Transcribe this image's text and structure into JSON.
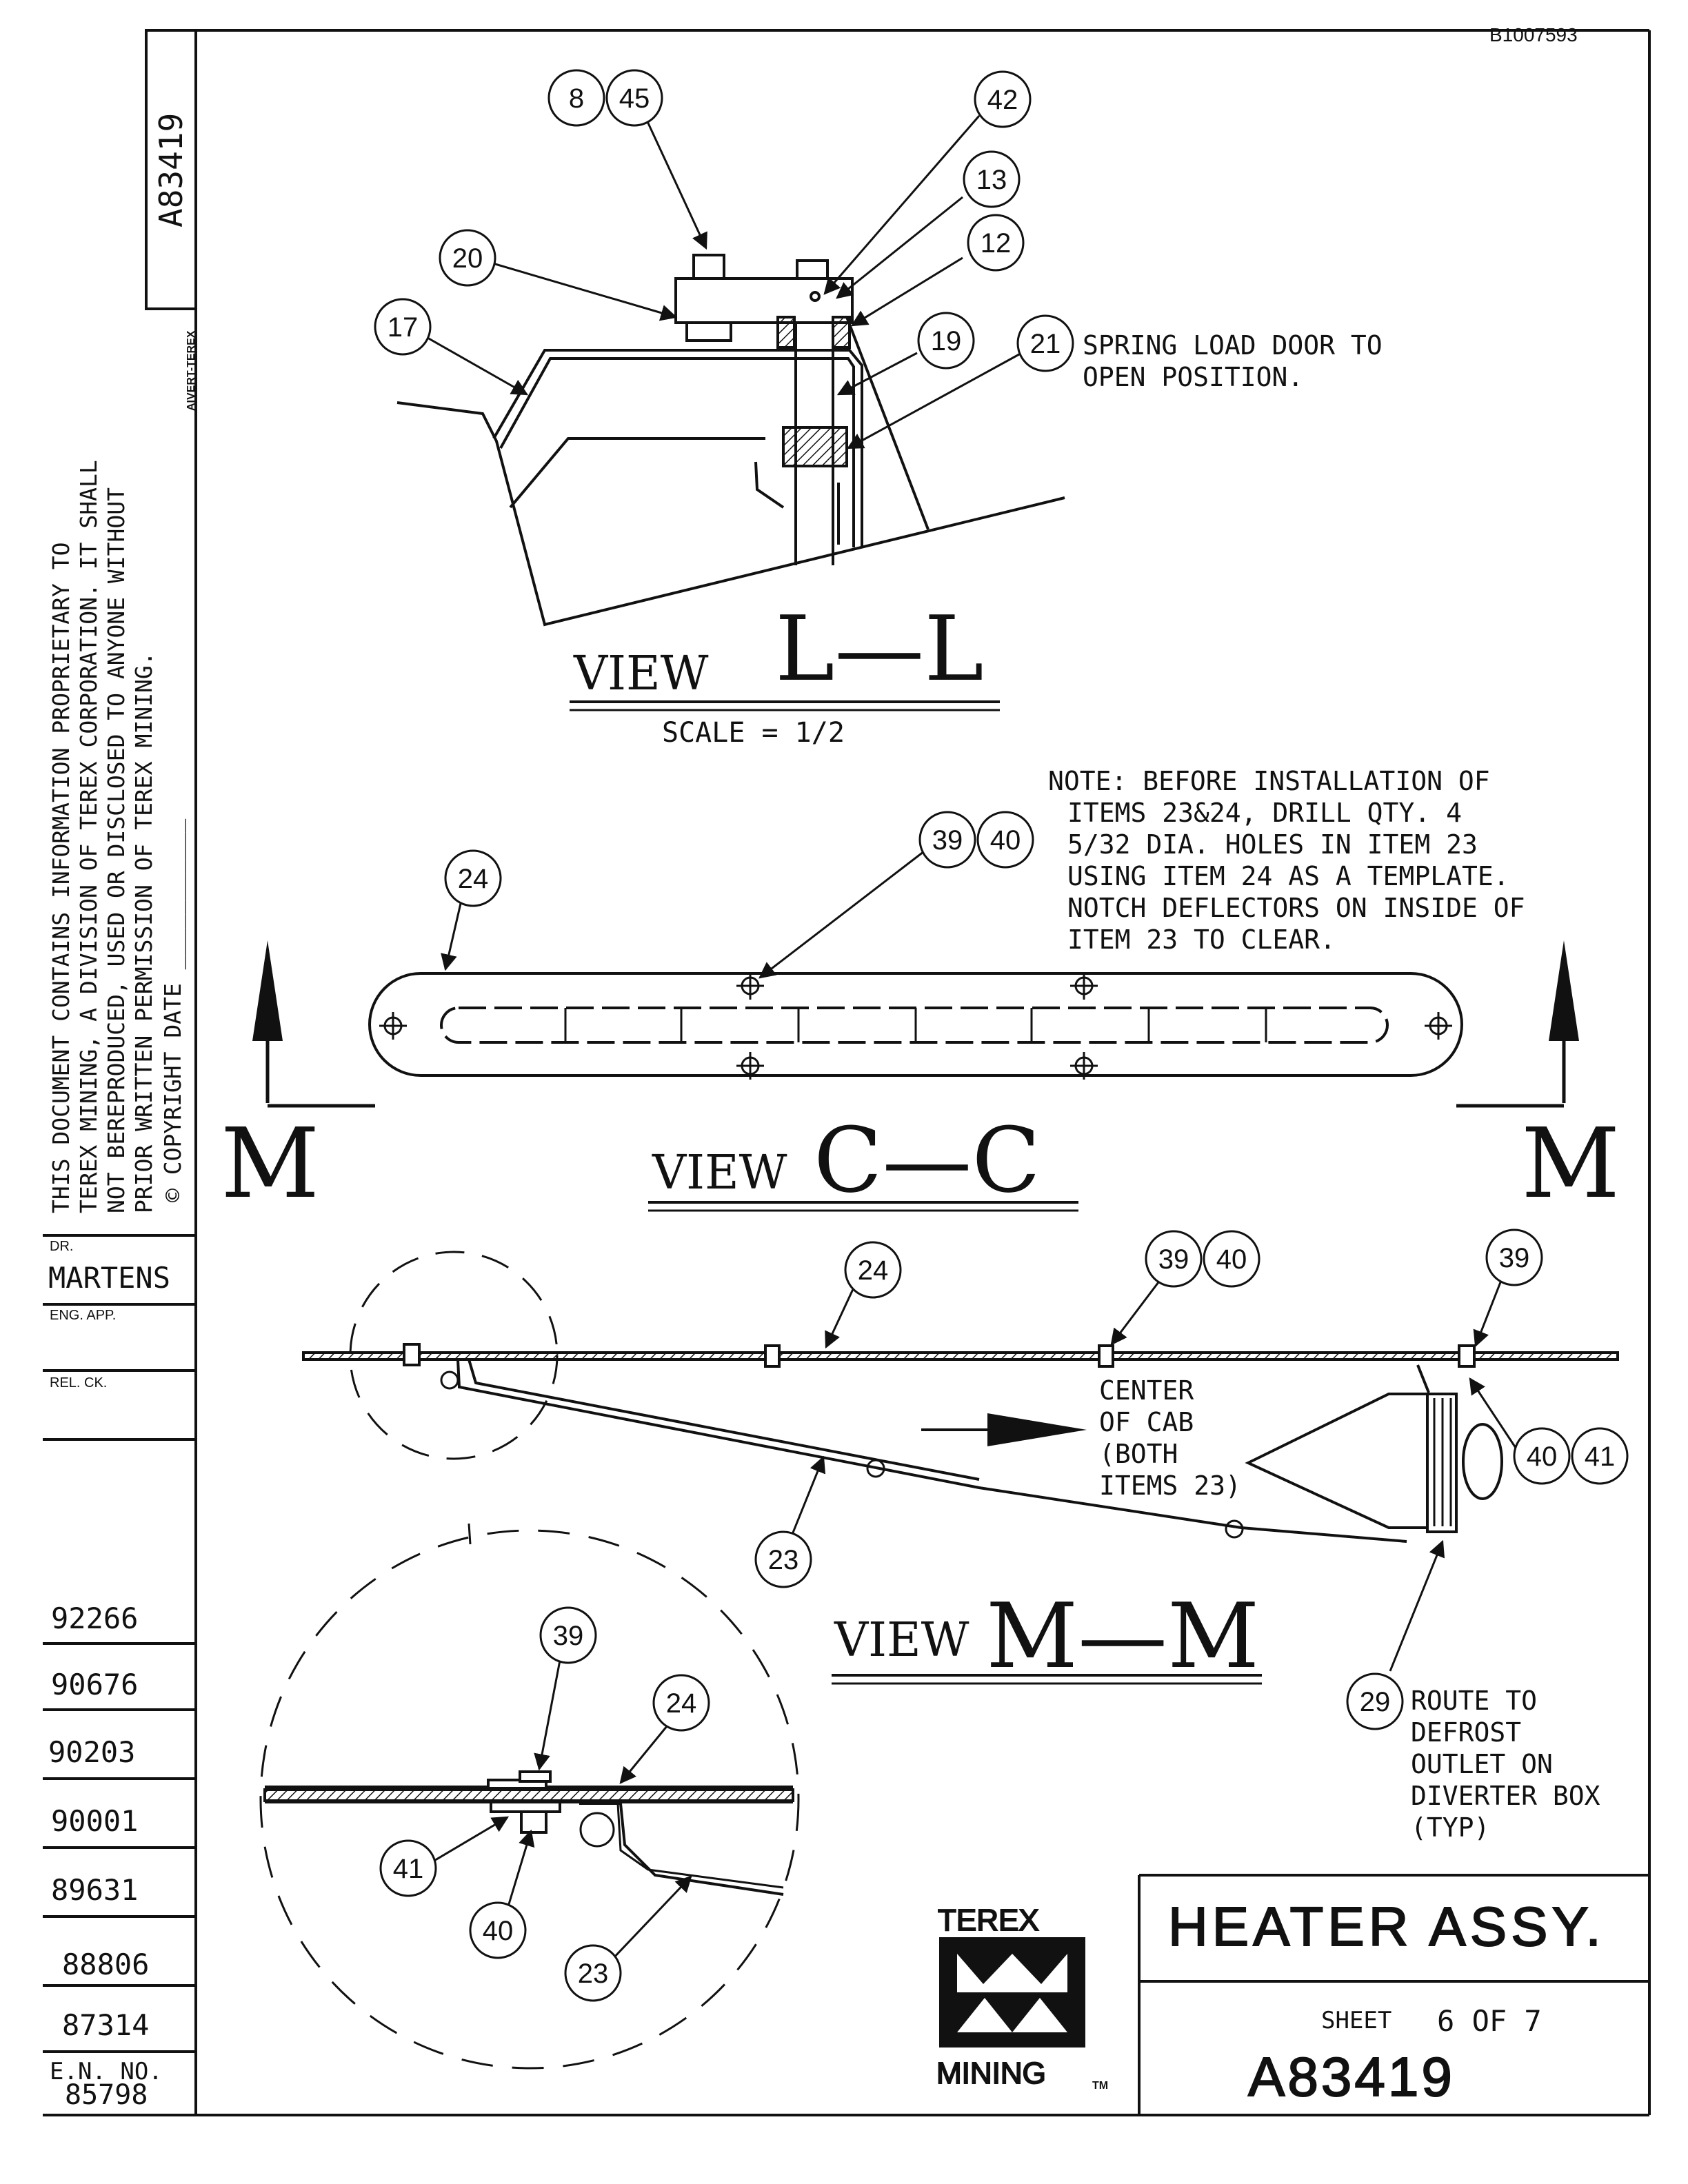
{
  "doc_ref": "B1007593",
  "side_drawing_no": "A83419",
  "side_tag": "AIVERT-TEREX",
  "proprietary_lines": [
    "THIS DOCUMENT CONTAINS INFORMATION PROPRIETARY TO",
    "TEREX MINING, A DIVISION OF TEREX CORPORATION. IT SHALL",
    "NOT BEREPRODUCED, USED OR DISCLOSED TO ANYONE WITHOUT",
    "PRIOR WRITTEN PERMISSION OF TEREX MINING.",
    "© COPYRIGHT DATE ___________"
  ],
  "signoff": {
    "dr_label": "DR.",
    "dr_name": "MARTENS",
    "eng_label": "ENG. APP.",
    "rel_label": "REL. CK."
  },
  "en_numbers": [
    "92266",
    "90676",
    "90203",
    "90001",
    "89631",
    "88806",
    "87314"
  ],
  "en_label": "E.N. NO.",
  "en_first": "85798",
  "view_ll": {
    "view_word": "VIEW",
    "view_letters": "L—L",
    "scale": "SCALE = 1/2",
    "callouts": [
      "8",
      "45",
      "42",
      "13",
      "12",
      "20",
      "17",
      "19",
      "21"
    ],
    "note": [
      "SPRING LOAD DOOR TO",
      "OPEN POSITION."
    ]
  },
  "view_cc": {
    "view_word": "VIEW",
    "view_letters": "C—C",
    "callouts": [
      "24",
      "39",
      "40"
    ],
    "note": [
      "NOTE: BEFORE INSTALLATION OF",
      "ITEMS 23&24, DRILL QTY. 4",
      "5/32 DIA. HOLES IN ITEM 23",
      "USING ITEM 24 AS A TEMPLATE.",
      "NOTCH DEFLECTORS ON INSIDE OF",
      "ITEM 23 TO CLEAR."
    ],
    "section_letter": "M"
  },
  "view_mm": {
    "view_word": "VIEW",
    "view_letters": "M—M",
    "callouts": [
      "24",
      "39",
      "40",
      "39",
      "40",
      "41",
      "23",
      "29"
    ],
    "center_note": [
      "CENTER",
      "OF CAB",
      "(BOTH",
      "ITEMS 23)"
    ],
    "route_note": [
      "ROUTE TO",
      "DEFROST",
      "OUTLET ON",
      "DIVERTER BOX",
      "(TYP)"
    ]
  },
  "detail": {
    "callouts": [
      "39",
      "24",
      "41",
      "40",
      "23"
    ]
  },
  "title_block": {
    "logo_top": "TEREX",
    "logo_bottom": "MINING",
    "tm": "TM",
    "title": "HEATER ASSY.",
    "sheet_label": "SHEET",
    "sheet_value": "6 OF 7",
    "drawing_no": "A83419"
  }
}
